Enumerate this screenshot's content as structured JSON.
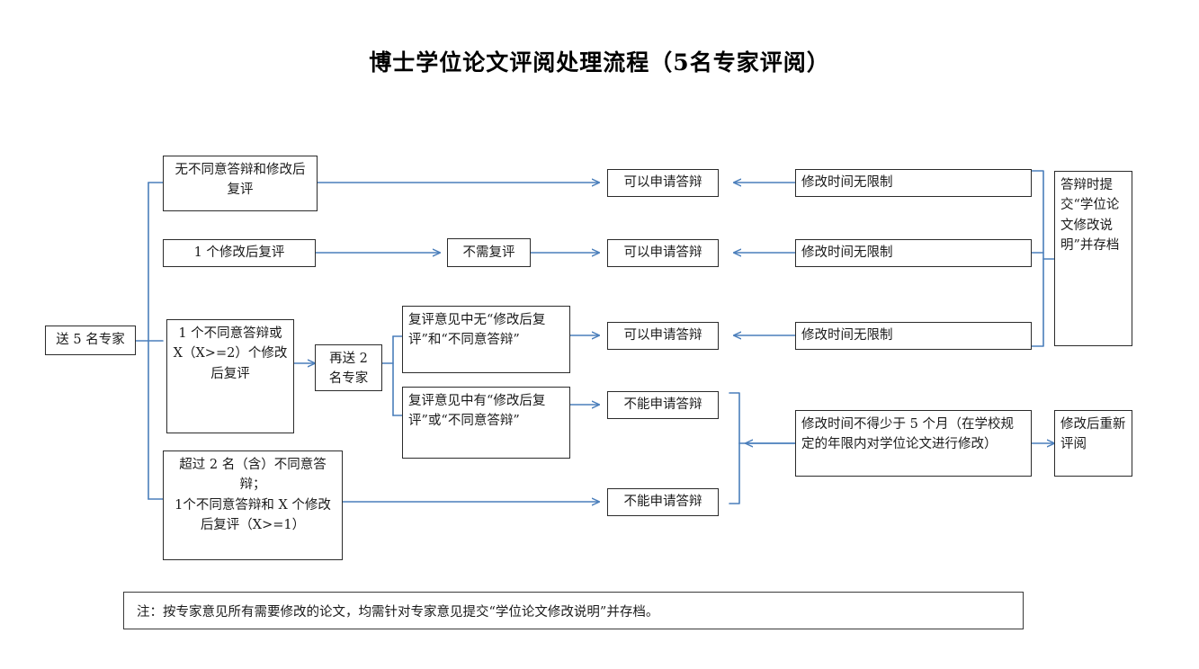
{
  "document": {
    "title": "博士学位论文评阅处理流程（5名专家评阅）"
  },
  "colors": {
    "connector": "#4a7ebb",
    "box_border": "#2b2b2b",
    "text": "#1a1a1a",
    "background": "#ffffff"
  },
  "nodes": {
    "start": "送 5 名专家",
    "branch1": "无不同意答辩和修改后复评",
    "branch2": "1 个修改后复评",
    "branch3": "1 个不同意答辩或 X（X>=2）个修改后复评",
    "branch4": "超过 2 名（含）不同意答辩；\n1个不同意答辩和 X 个修改后复评（X>=1）",
    "resend": "再送 2 名专家",
    "no_review": "不需复评",
    "review_none": "复评意见中无“修改后复评”和“不同意答辩”",
    "review_some": "复评意见中有“修改后复评”或“不同意答辩”",
    "can_apply_1": "可以申请答辩",
    "can_apply_2": "可以申请答辩",
    "can_apply_3": "可以申请答辩",
    "cannot_apply_1": "不能申请答辩",
    "cannot_apply_2": "不能申请答辩",
    "unlimited_time_1": "修改时间无限制",
    "unlimited_time_2": "修改时间无限制",
    "unlimited_time_3": "修改时间无限制",
    "min_five_months": "修改时间不得少于 5 个月（在学校规定的年限内对学位论文进行修改）",
    "submit_statement": "答辩时提交“学位论文修改说明”并存档",
    "re_review": "修改后重新评阅"
  },
  "note": {
    "text": "注：按专家意见所有需要修改的论文，均需针对专家意见提交“学位论文修改说明”并存档。"
  }
}
